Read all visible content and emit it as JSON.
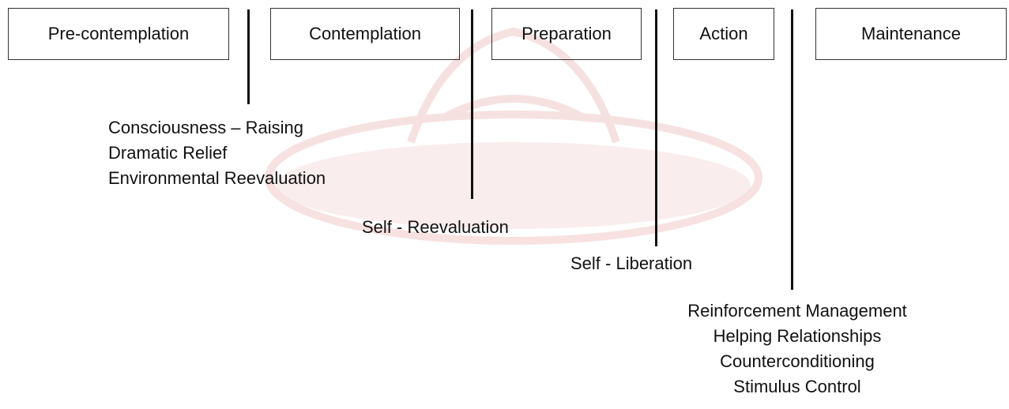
{
  "stages": [
    "Pre-contemplation",
    "Contemplation",
    "Preparation",
    "Action",
    "Maintenance"
  ],
  "process_groups": [
    [
      "Consciousness – Raising",
      "Dramatic Relief",
      "Environmental Reevaluation"
    ],
    [
      "Self - Reevaluation"
    ],
    [
      "Self - Liberation"
    ],
    [
      "Reinforcement Management",
      "Helping Relationships",
      "Counterconditioning",
      "Stimulus Control"
    ]
  ],
  "colors": {
    "line": "#111111",
    "box_border": "#333333",
    "watermark": "#e9b3b3"
  }
}
